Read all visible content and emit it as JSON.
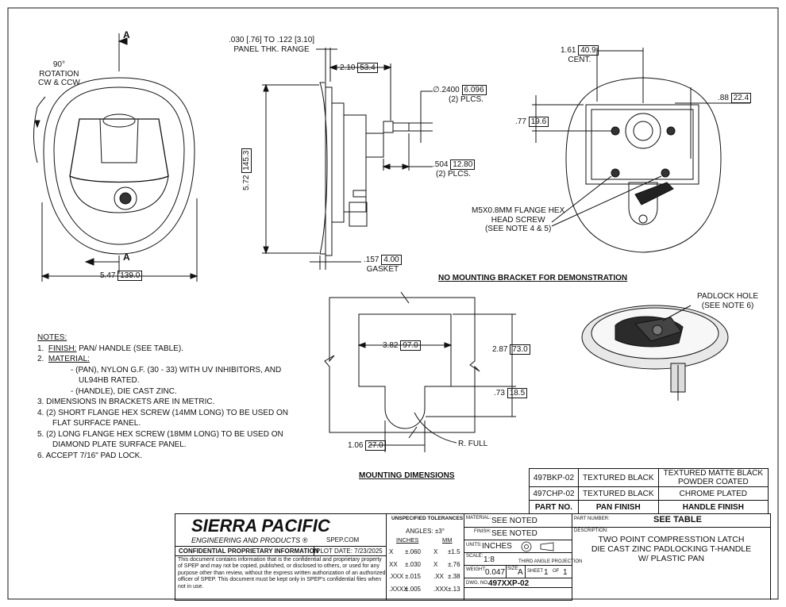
{
  "views": {
    "left": {
      "rotation": "90°\nROTATION\nCW & CCW",
      "section_top": "A",
      "section_bottom": "A",
      "width_in": "5.47",
      "width_mm": "139.0"
    },
    "side": {
      "panel_thk_1": ".030 [.76] TO .122 [3.10]",
      "panel_thk_2": "PANEL THK. RANGE",
      "depth_in": "2.10",
      "depth_mm": "53.4",
      "height_in": "5.72",
      "height_mm": "145.3",
      "hole_dia": "∅.2400",
      "hole_dia_mm": "6.096",
      "hole_qty": "(2) PLCS.",
      "stud_in": ".504",
      "stud_mm": "12.80",
      "stud_qty": "(2) PLCS.",
      "gasket_in": ".157",
      "gasket_mm": "4.00",
      "gasket_label": "GASKET"
    },
    "back": {
      "cent_in": "1.61",
      "cent_mm": "40.9",
      "cent_label": "CENT.",
      "right_in": ".88",
      "right_mm": "22.4",
      "left_in": ".77",
      "left_mm": "19.6",
      "screw_1": "M5X0.8MM FLANGE HEX",
      "screw_2": "HEAD SCREW",
      "screw_3": "(SEE NOTE 4 & 5)",
      "caption": "NO MOUNTING BRACKET FOR DEMONSTRATION"
    },
    "mount": {
      "w_in": "3.82",
      "w_mm": "97.0",
      "h_in": "2.87",
      "h_mm": "73.0",
      "tab_h_in": ".73",
      "tab_h_mm": "18.5",
      "tab_w_in": "1.06",
      "tab_w_mm": "27.0",
      "radius": "R. FULL",
      "caption": "MOUNTING DIMENSIONS"
    },
    "iso": {
      "padlock_1": "PADLOCK HOLE",
      "padlock_2": "(SEE NOTE 6)"
    }
  },
  "notes": {
    "title": "NOTES:",
    "n1_num": "1.",
    "n1_label": "FINISH:",
    "n1_text": "PAN/ HANDLE (SEE TABLE).",
    "n2_num": "2.",
    "n2_label": "MATERIAL:",
    "n2_a": "- (PAN), NYLON G.F. (30 - 33) WITH UV INHIBITORS, AND",
    "n2_b": "UL94HB RATED.",
    "n2_c": "- (HANDLE), DIE CAST ZINC.",
    "n3": "3.  DIMENSIONS IN BRACKETS ARE IN METRIC.",
    "n4a": "4.  (2) SHORT FLANGE HEX SCREW (14MM LONG) TO BE USED ON",
    "n4b": "FLAT SURFACE PANEL.",
    "n5a": "5.  (2) LONG FLANGE HEX SCREW (18MM LONG) TO BE USED ON",
    "n5b": "DIAMOND PLATE SURFACE PANEL.",
    "n6": "6.  ACCEPT 7/16\" PAD LOCK."
  },
  "finish_table": {
    "rows": [
      [
        "497BKP-02",
        "TEXTURED BLACK",
        "TEXTURED MATTE BLACK\nPOWDER COATED"
      ],
      [
        "497CHP-02",
        "TEXTURED BLACK",
        "CHROME PLATED"
      ]
    ],
    "headers": [
      "PART NO.",
      "PAN FINISH",
      "HANDLE FINISH"
    ]
  },
  "title_block": {
    "company": "SIERRA PACIFIC",
    "subtitle": "ENGINEERING AND PRODUCTS",
    "reg": "®",
    "website": "SPEP.COM",
    "confidential": "CONFIDENTIAL PROPRIETARY INFORMATION",
    "plot_date": "PLOT DATE: 7/23/2025",
    "legal": "This document contains information that is the confidential and proprietary property of SPEP and may not be copied, published, or disclosed to others, or used for any purpose  other than review, without the express written authorization of an authorized officer of SPEP. This document must be kept only in SPEP's confidential files when not in use.",
    "tol_title": "UNSPECIFIED TOLERANCES",
    "angles": "ANGLES: ±3°",
    "inches": "INCHES",
    "mm": "MM",
    "tol_rows": [
      [
        "X",
        "±.060",
        "X",
        "±1.5"
      ],
      [
        "XX",
        "±.030",
        "X",
        "±.76"
      ],
      [
        ".XXX",
        "±.015",
        ".XX",
        "±.38"
      ],
      [
        ".XXXX",
        "±.005",
        ".XXX",
        "±.13"
      ]
    ],
    "material_label": "MATERIAL:",
    "material": "SEE NOTED",
    "finish_label": "FINISH:",
    "finish": "SEE NOTED",
    "units_label": "UNITS:",
    "units": "INCHES",
    "scale_label": "SCALE:",
    "scale": "1:8",
    "projection": "THIRD ANGLE PROJECTION",
    "weight_label": "WEIGHT:",
    "weight": "0.047",
    "size_label": "SIZE:",
    "size": "A",
    "sheet_label": "SHEET",
    "sheet": "1",
    "of_label": "OF",
    "of": "1",
    "dwg_label": "DWG. NO.",
    "dwg": "497XXP-02",
    "part_label": "PART NUMBER:",
    "part": "SEE TABLE",
    "desc_label": "DESCRIPTION:",
    "desc1": "TWO POINT COMPRESSTION LATCH",
    "desc2": "DIE CAST ZINC PADLOCKING T-HANDLE",
    "desc3": "W/ PLASTIC PAN"
  }
}
